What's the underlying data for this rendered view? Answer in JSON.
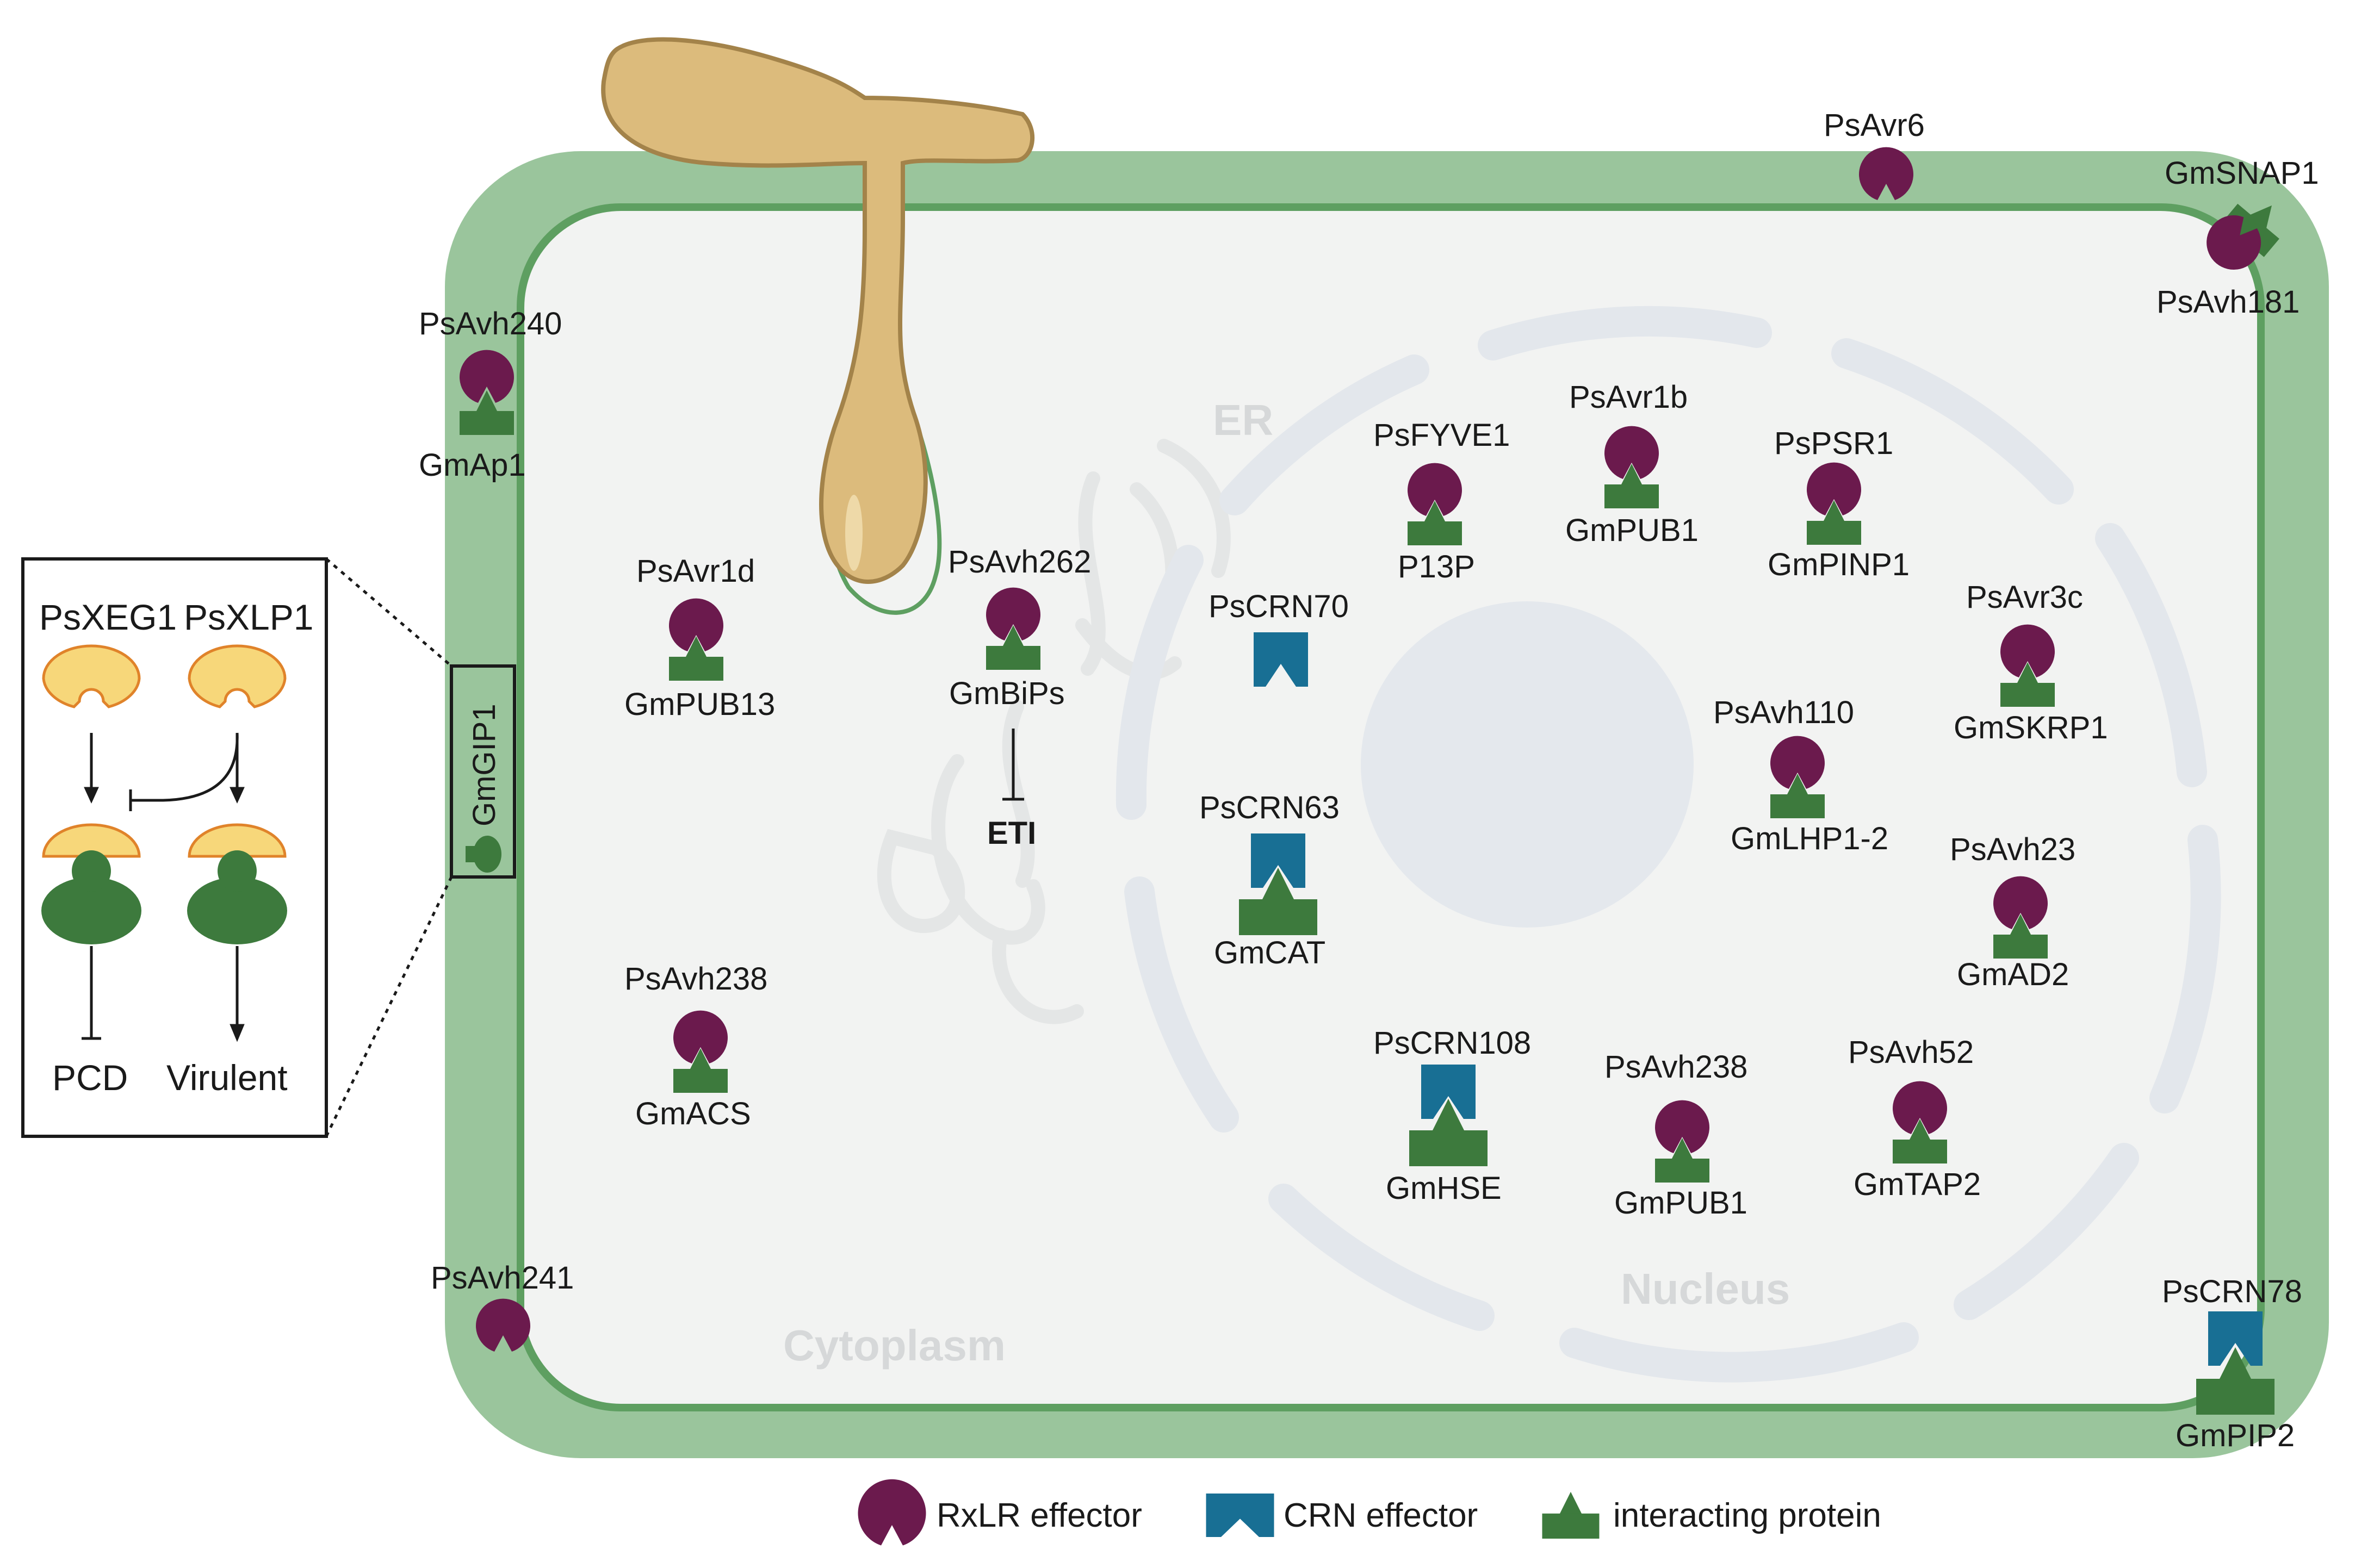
{
  "colors": {
    "cell_wall": "#9ac59c",
    "membrane": "#5e9f61",
    "cytoplasm": "#f2f3f2",
    "nucleus_ring": "#e3e7ec",
    "nucleolus": "#e4e8ed",
    "er": "#e4e6e6",
    "rxlr": "#6b1a4d",
    "crn": "#186f94",
    "interacting": "#3d7a3d",
    "hypha": "#dcbb7c",
    "hypha_outline": "#a3834a",
    "inset_yellow": "#f7d77a",
    "inset_orange": "#e0832a"
  },
  "compartments": {
    "er": "ER",
    "cytoplasm": "Cytoplasm",
    "nucleus": "Nucleus"
  },
  "wall": {
    "psavr6": "PsAvr6",
    "gmsnap1": "GmSNAP1",
    "psavh181": "PsAvh181",
    "psavh240": "PsAvh240",
    "gmap1": "GmAp1",
    "gmgip1": "GmGIP1",
    "psavh241": "PsAvh241",
    "pscrn78": "PsCRN78",
    "gmpip2": "GmPIP2"
  },
  "cytoplasm": {
    "psavr1d": "PsAvr1d",
    "gmpub13": "GmPUB13",
    "psavh262": "PsAvh262",
    "gmbips": "GmBiPs",
    "eti": "ETI",
    "psavh238": "PsAvh238",
    "gmacs": "GmACS"
  },
  "nucleus": {
    "psfyve1": "PsFYVE1",
    "p13p": "P13P",
    "psavr1b": "PsAvr1b",
    "gmpub1_top": "GmPUB1",
    "pspsr1": "PsPSR1",
    "gmpinp1": "GmPINP1",
    "psavr3c": "PsAvr3c",
    "gmskrp1": "GmSKRP1",
    "pscrn70": "PsCRN70",
    "psavh110": "PsAvh110",
    "gmlhp12": "GmLHP1-2",
    "pscrn63": "PsCRN63",
    "gmcat": "GmCAT",
    "psavh23": "PsAvh23",
    "gmad2": "GmAD2",
    "pscrn108": "PsCRN108",
    "gmhse": "GmHSE",
    "psavh238": "PsAvh238",
    "gmpub1_bottom": "GmPUB1",
    "psavh52": "PsAvh52",
    "gmtap2": "GmTAP2"
  },
  "inset": {
    "psxeg1": "PsXEG1",
    "psxlp1": "PsXLP1",
    "pcd": "PCD",
    "virulent": "Virulent"
  },
  "legend": {
    "rxlr": "RxLR effector",
    "crn": "CRN effector",
    "interacting": "interacting protein"
  }
}
